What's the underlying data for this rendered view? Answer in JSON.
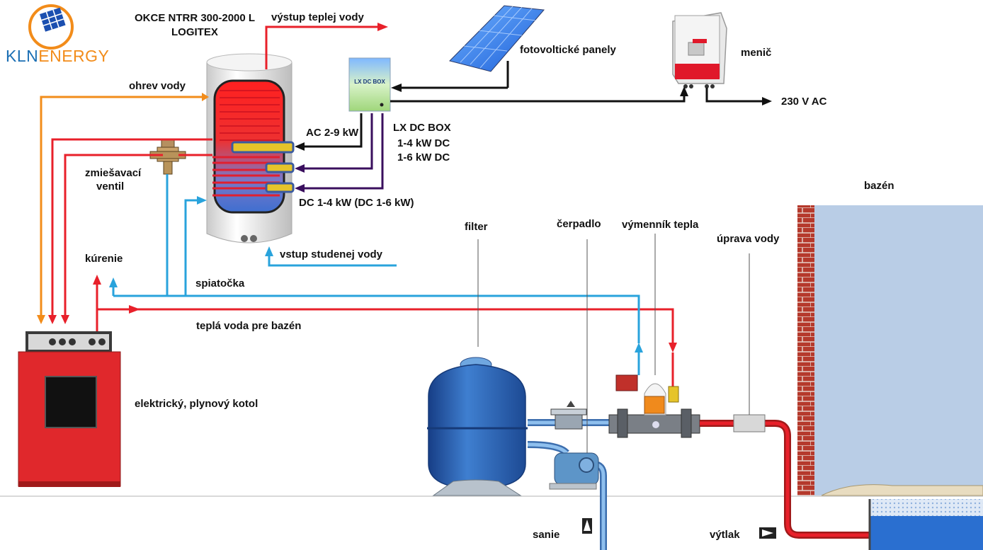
{
  "logo": {
    "text_kln": "KLN",
    "text_energy": "ENERGY"
  },
  "labels": {
    "tank_title_line1": "OKCE NTRR 300-2000 L",
    "tank_title_line2": "LOGITEX",
    "hot_water_out": "výstup teplej vody",
    "pv_panels": "fotovoltické panely",
    "inverter": "menič",
    "ac_out": "230 V AC",
    "water_heating": "ohrev vody",
    "ac_heater": "AC 2-9 kW",
    "dc_box_name": "LX DC BOX",
    "dc_box_power1": "1-4 kW DC",
    "dc_box_power2": "1-6 kW DC",
    "mixing_valve_line1": "zmiešavací",
    "mixing_valve_line2": "ventil",
    "dc_heater": "DC 1-4 kW (DC 1-6 kW)",
    "cold_water_in": "vstup studenej vody",
    "heating": "kúrenie",
    "return": "spiatočka",
    "pool_warm_water": "teplá voda pre bazén",
    "boiler": "elektrický, plynový kotol",
    "filter": "filter",
    "pump": "čerpadlo",
    "heat_exchanger": "výmenník tepla",
    "water_treatment": "úprava vody",
    "pool": "bazén",
    "suction": "sanie",
    "discharge": "výtlak"
  },
  "dc_box_panel": {
    "title": "LX DC BOX"
  },
  "colors": {
    "hot": "#e8202a",
    "cold": "#29a3dc",
    "orange_pipe": "#f28c1a",
    "dark_purple": "#3a0f5e",
    "boiler_red": "#e0282c",
    "pool_wall": "#b03a2e",
    "pool_water": "#b9cde6"
  }
}
